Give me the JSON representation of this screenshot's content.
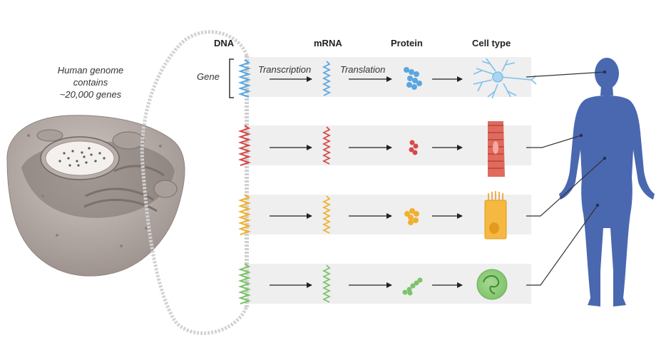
{
  "genome_note": {
    "line1": "Human genome",
    "line2": "contains",
    "line3": "~20,000 genes"
  },
  "headers": {
    "dna": "DNA",
    "mrna": "mRNA",
    "protein": "Protein",
    "cell_type": "Cell type"
  },
  "labels": {
    "gene": "Gene",
    "transcription": "Transcription",
    "translation": "Translation"
  },
  "colors": {
    "blue": "#5aa6e0",
    "red": "#d64a4a",
    "orange": "#f0b030",
    "green": "#7cc36a",
    "body": "#4a68b0",
    "band": "#eeeeee"
  },
  "rows": [
    {
      "gene_color": "blue",
      "cell": "neuron-cell-icon"
    },
    {
      "gene_color": "red",
      "cell": "muscle-cell-icon"
    },
    {
      "gene_color": "orange",
      "cell": "epithelial-cell-icon"
    },
    {
      "gene_color": "green",
      "cell": "white-blood-cell-icon"
    }
  ]
}
